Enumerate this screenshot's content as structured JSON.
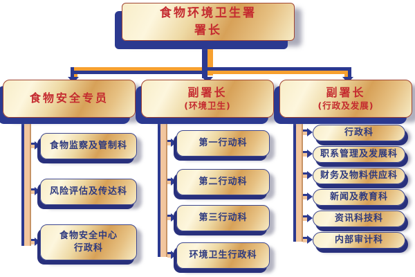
{
  "org": {
    "root": {
      "line1": "食物环境卫生署",
      "line2": "署长"
    },
    "branches": [
      {
        "title": "食物安全专员",
        "subtitle": "",
        "children": [
          {
            "label": "食物监察及管制科"
          },
          {
            "label": "风险评估及传达科"
          },
          {
            "label": "食物安全中心\n行政科"
          }
        ]
      },
      {
        "title": "副署长",
        "subtitle": "(环境卫生)",
        "children": [
          {
            "label": "第一行动科"
          },
          {
            "label": "第二行动科"
          },
          {
            "label": "第三行动科"
          },
          {
            "label": "环境卫生行政科"
          }
        ]
      },
      {
        "title": "副署长",
        "subtitle": "(行政及发展)",
        "children": [
          {
            "label": "行政科"
          },
          {
            "label": "职系管理及发展科"
          },
          {
            "label": "财务及物料供应科"
          },
          {
            "label": "新闻及教育科"
          },
          {
            "label": "资讯科技科"
          },
          {
            "label": "内部审计科"
          }
        ]
      }
    ],
    "colors": {
      "navy": "#2b3990",
      "orange": "#f7a02f",
      "peach": "#f2c69e",
      "peach_edge": "#c79466",
      "gold": "#d7a158",
      "cream": "#fdf6dd",
      "red_text": "#c42a2f",
      "navy_text": "#2e3a7f"
    }
  }
}
